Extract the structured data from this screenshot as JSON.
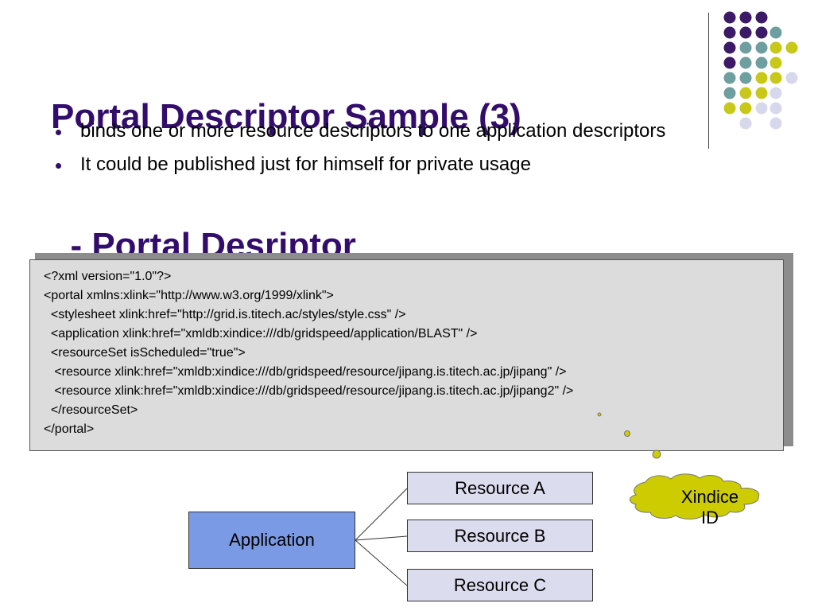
{
  "slide": {
    "title_line1": "Portal Descriptor Sample (3)",
    "title_line2": "  - Portal Desriptor"
  },
  "bullets": [
    "binds one or more resource descriptors to one application descriptors",
    "It could be published just for himself for private usage"
  ],
  "code_lines": [
    "<?xml version=\"1.0\"?>",
    "<portal xmlns:xlink=\"http://www.w3.org/1999/xlink\">",
    "  <stylesheet xlink:href=\"http://grid.is.titech.ac/styles/style.css\" />",
    "  <application xlink:href=\"xmldb:xindice:///db/gridspeed/application/BLAST\" />",
    "  <resourceSet isScheduled=\"true\">",
    "   <resource xlink:href=\"xmldb:xindice:///db/gridspeed/resource/jipang.is.titech.ac.jp/jipang\" />",
    "   <resource xlink:href=\"xmldb:xindice:///db/gridspeed/resource/jipang.is.titech.ac.jp/jipang2\" />",
    "  </resourceSet>",
    "</portal>"
  ],
  "diagram": {
    "application": "Application",
    "resources": [
      "Resource A",
      "Resource B",
      "Resource C"
    ],
    "callout_line1": "Xindice",
    "callout_line2": "ID"
  },
  "colors": {
    "title": "#330d6b",
    "purple": "#3c1a66",
    "teal": "#6f9ea0",
    "yellow": "#c8c81a",
    "lavender": "#d8d8ec",
    "application_fill": "#7b9ae6",
    "resource_fill": "#dcdcef",
    "code_fill": "#dcdcdc",
    "cloud_fill": "#cccc00"
  }
}
